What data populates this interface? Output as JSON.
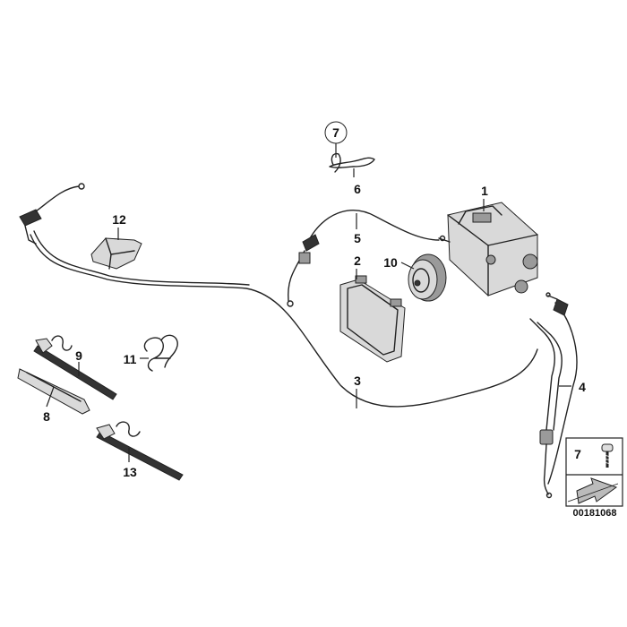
{
  "labels": {
    "p1": "1",
    "p2": "2",
    "p3": "3",
    "p4": "4",
    "p5": "5",
    "p6": "6",
    "p7_circled": "7",
    "p8": "8",
    "p9": "9",
    "p10": "10",
    "p11": "11",
    "p12": "12",
    "p13": "13"
  },
  "legend_box": {
    "item_number": "7"
  },
  "reference_code": "00181068"
}
